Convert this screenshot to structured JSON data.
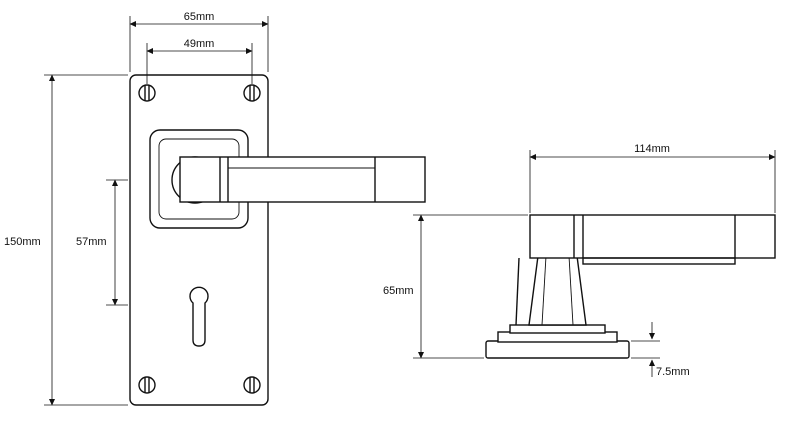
{
  "diagram": {
    "line_color": "#111111",
    "background": "#ffffff",
    "dimensions": {
      "plate_width": "65mm",
      "screw_spacing": "49mm",
      "plate_height": "150mm",
      "handle_to_keyhole": "57mm",
      "lever_length": "114mm",
      "lever_height": "65mm",
      "rose_thickness": "7.5mm"
    }
  }
}
